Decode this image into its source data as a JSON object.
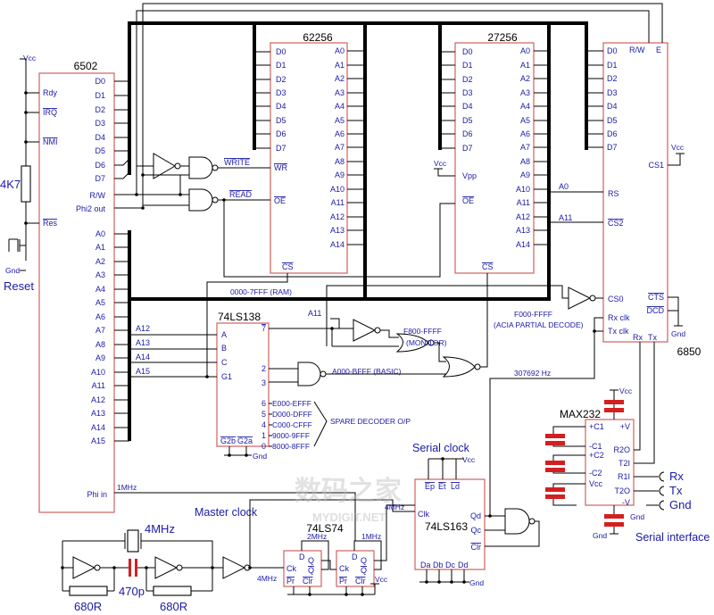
{
  "chips": {
    "cpu": {
      "name": "6502",
      "vcc": "Vcc",
      "left": [
        "Rdy",
        "IRQ",
        "NMI",
        "Res"
      ],
      "data": [
        "D0",
        "D1",
        "D2",
        "D3",
        "D4",
        "D5",
        "D6",
        "D7"
      ],
      "rw": "R/W",
      "phi2": "Phi2 out",
      "addr": [
        "A0",
        "A1",
        "A2",
        "A3",
        "A4",
        "A5",
        "A6",
        "A7",
        "A8",
        "A9",
        "A10",
        "A11",
        "A12",
        "A13",
        "A14",
        "A15"
      ],
      "phi_in": "Phi in"
    },
    "ram": {
      "name": "62256",
      "data": [
        "D0",
        "D1",
        "D2",
        "D3",
        "D4",
        "D5",
        "D6",
        "D7"
      ],
      "addr": [
        "A0",
        "A1",
        "A2",
        "A3",
        "A4",
        "A5",
        "A6",
        "A7",
        "A8",
        "A9",
        "A10",
        "A11",
        "A12",
        "A13",
        "A14"
      ],
      "wr": "WR",
      "oe": "OE",
      "cs": "CS"
    },
    "rom": {
      "name": "27256",
      "data": [
        "D0",
        "D1",
        "D2",
        "D3",
        "D4",
        "D5",
        "D6",
        "D7"
      ],
      "addr": [
        "A0",
        "A1",
        "A2",
        "A3",
        "A4",
        "A5",
        "A6",
        "A7",
        "A8",
        "A9",
        "A10",
        "A11",
        "A12",
        "A13",
        "A14"
      ],
      "vcc": "Vcc",
      "vpp": "Vpp",
      "oe": "OE",
      "cs": "CS"
    },
    "acia": {
      "name": "6850",
      "rw": "R/W",
      "e": "E",
      "data": [
        "D0",
        "D1",
        "D2",
        "D3",
        "D4",
        "D5",
        "D6",
        "D7"
      ],
      "cs1": "CS1",
      "vcc": "Vcc",
      "rs": "RS",
      "cs2": "CS2",
      "cs0": "CS0",
      "cts": "CTS",
      "dcd": "DCD",
      "gnd": "Gnd",
      "rxclk": "Rx clk",
      "txclk": "Tx clk",
      "rx": "Rx",
      "tx": "Tx"
    },
    "dec": {
      "name": "74LS138",
      "inputs": [
        "A",
        "B",
        "C",
        "G1"
      ],
      "outputs_top": [
        "7",
        "2",
        "3"
      ],
      "outputs_list": [
        "6",
        "5",
        "4",
        "1",
        "0"
      ],
      "ranges": [
        "E000-EFFF",
        "D000-DFFF",
        "C000-CFFF",
        "9000-9FFF",
        "8000-8FFF"
      ],
      "g2b": "G2b",
      "g2a": "G2a",
      "gnd": "Gnd",
      "spare": "SPARE DECODER O/P"
    },
    "max": {
      "name": "MAX232",
      "vcc": "Vcc",
      "left": [
        "+C1",
        "-C1",
        "+C2",
        "-C2"
      ],
      "right": [
        "+V",
        "R2O",
        "T2I",
        "R1I",
        "T2O",
        "-V"
      ],
      "vcc_pin": "Vcc",
      "gnd": "Gnd",
      "rx": "Rx",
      "tx": "Tx",
      "gnd2": "Gnd"
    },
    "cnt": {
      "name": "74LS163",
      "vcc": "Vcc",
      "top": [
        "Ep",
        "Et",
        "Ld"
      ],
      "clk": "Clk",
      "qd": "Qd",
      "qc": "Qc",
      "clr": "Clr",
      "bottom": [
        "Da",
        "Db",
        "Dc",
        "Dd"
      ],
      "gnd": "Gnd"
    },
    "ff": {
      "name": "74LS74",
      "d": "D",
      "ck": "Ck",
      "q": "Q",
      "qn": "Q",
      "pr": "Pr",
      "clr": "Clr",
      "vcc": "Vcc"
    }
  },
  "labels": {
    "a12": "A12",
    "a13": "A13",
    "a14": "A14",
    "a15": "A15",
    "a0": "A0",
    "a11": "A11",
    "a11b": "A11",
    "write": "WRITE",
    "read": "READ",
    "ram_range": "0000-7FFF (RAM)",
    "monitor": "F800-FFFF",
    "monitor2": "(MONITOR)",
    "basic": "A000-BFFF (BASIC)",
    "acia_range": "F000-FFFF",
    "acia_range2": "(ACIA PARTIAL DECODE)",
    "baud": "307692 Hz",
    "clk4": "4MHz",
    "clk2": "2MHz",
    "clk1": "1MHz",
    "clk1b": "1MHz",
    "clk4b": "4MHz",
    "clk4c": "4MHz",
    "r4k7": "4K7",
    "gnd_reset": "Gnd",
    "reset": "Reset",
    "master_clock": "Master clock",
    "serial_clock": "Serial clock",
    "serial_interface": "Serial interface",
    "r680a": "680R",
    "r680b": "680R",
    "c470": "470p"
  },
  "watermark": {
    "text": "数码之家",
    "sub": "MYDIGIT.NET"
  }
}
